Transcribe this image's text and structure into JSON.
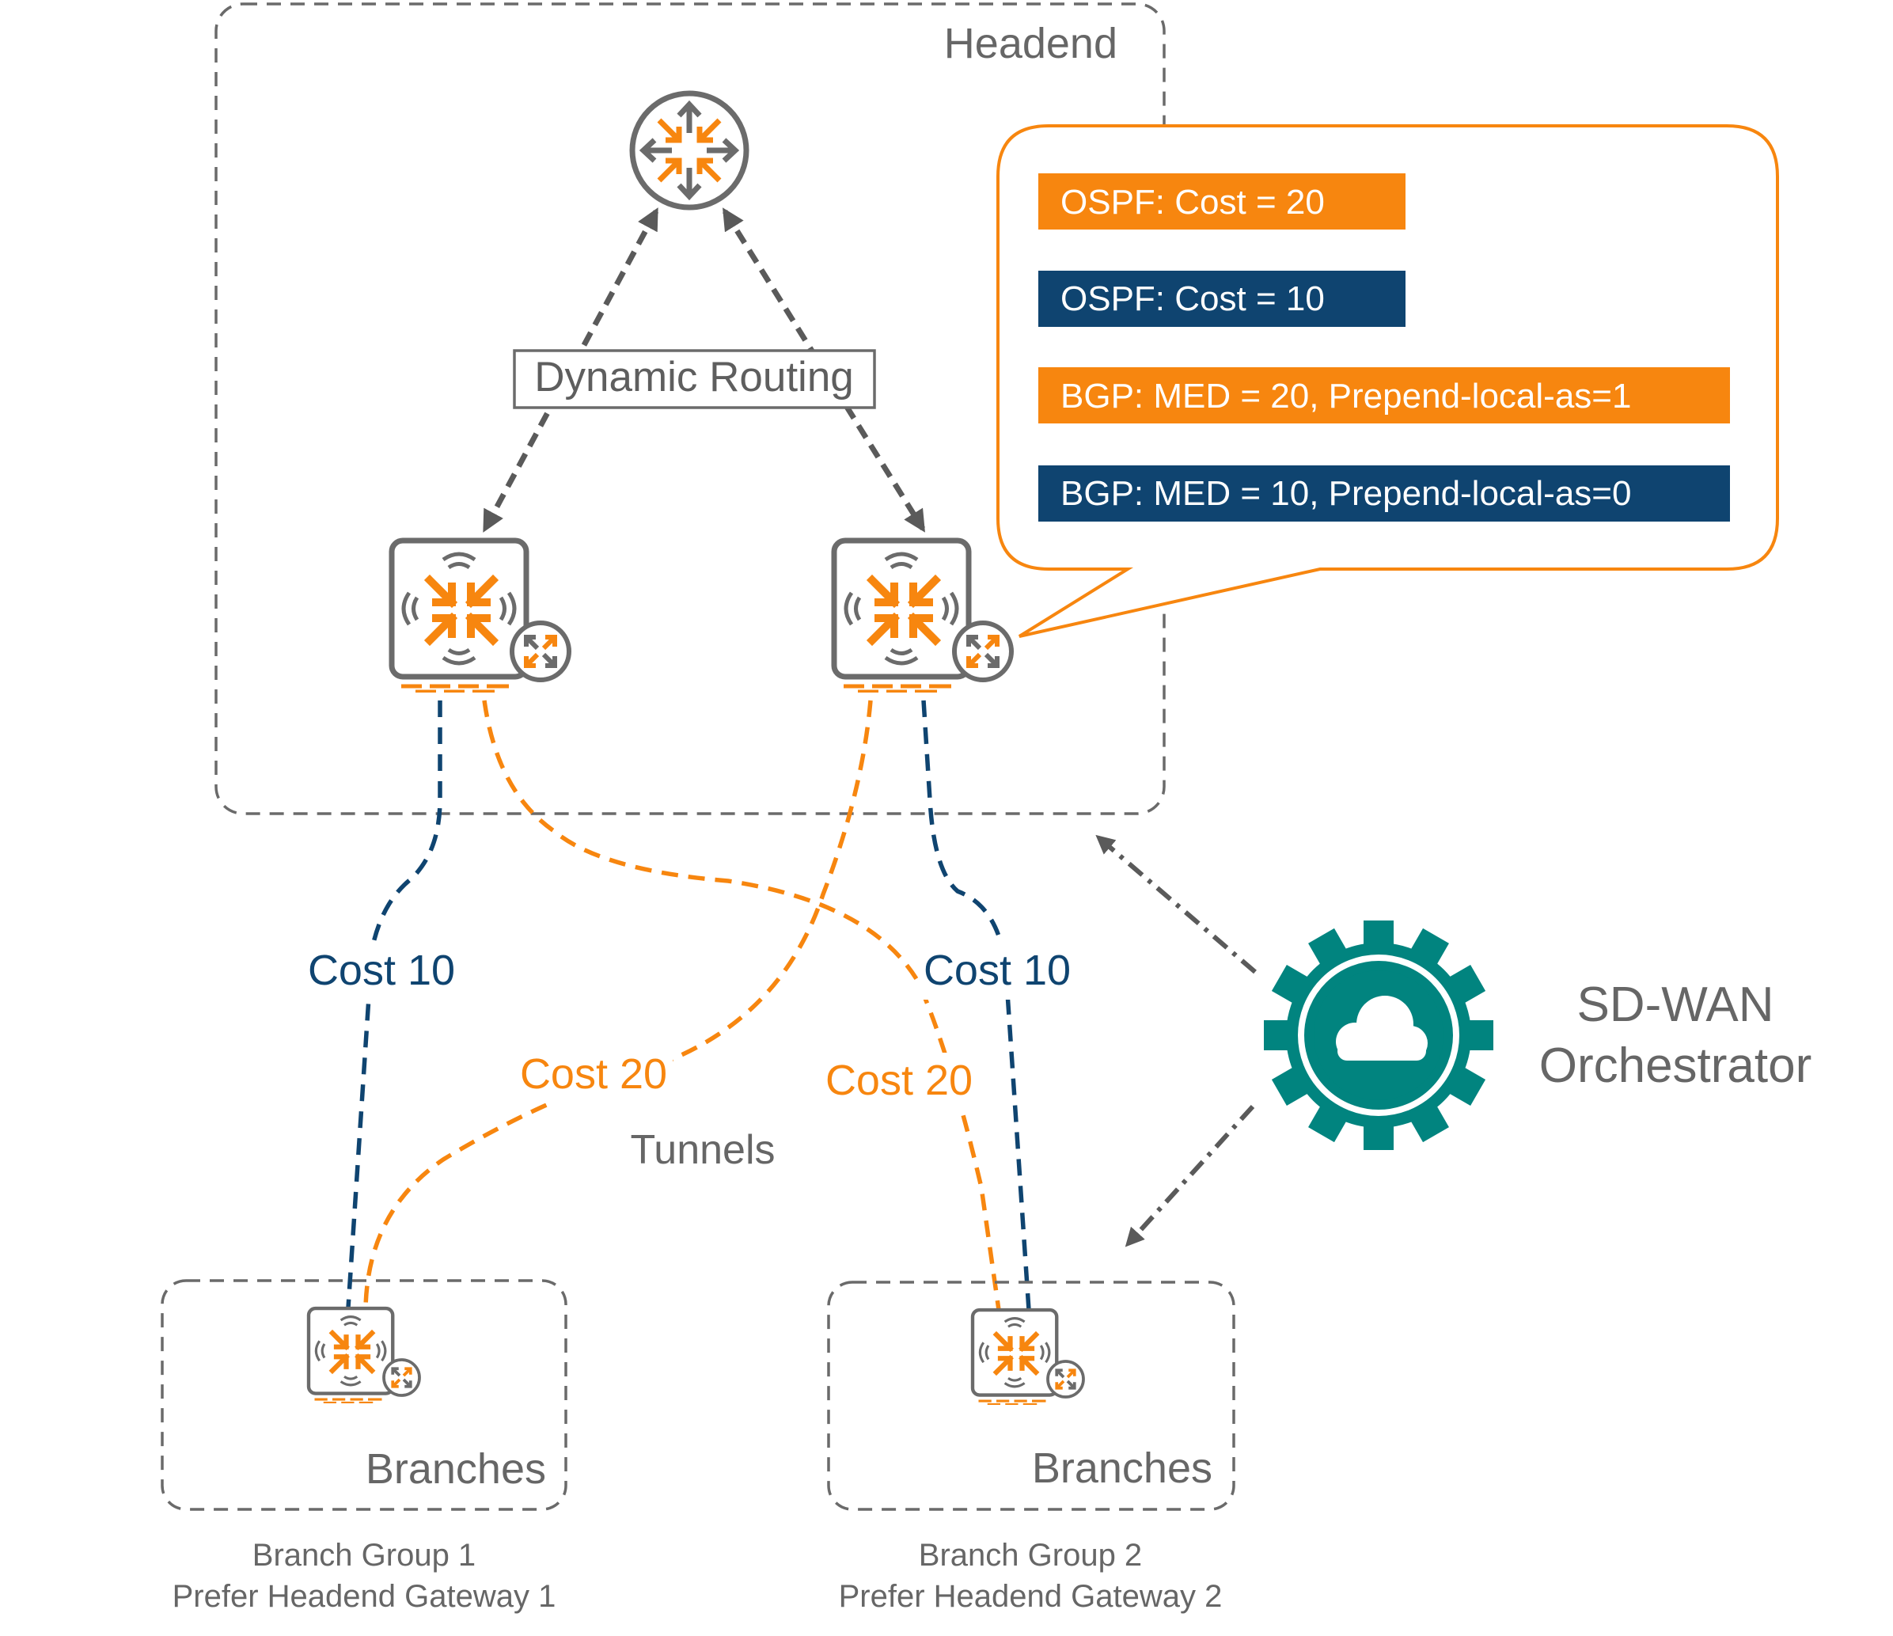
{
  "headend": {
    "label": "Headend"
  },
  "dynamic_routing": {
    "label": "Dynamic Routing"
  },
  "callout": {
    "items": [
      {
        "text": "OSPF: Cost = 20",
        "color": "#F7860F"
      },
      {
        "text": "OSPF: Cost = 10",
        "color": "#0F4470"
      },
      {
        "text": "BGP: MED = 20, Prepend-local-as=1",
        "color": "#F7860F"
      },
      {
        "text": "BGP: MED = 10, Prepend-local-as=0",
        "color": "#0F4470"
      }
    ]
  },
  "tunnels": {
    "label": "Tunnels",
    "cost_left_blue": "Cost 10",
    "cost_left_orange": "Cost 20",
    "cost_right_orange": "Cost 20",
    "cost_right_blue": "Cost 10"
  },
  "orchestrator": {
    "line1": "SD-WAN",
    "line2": "Orchestrator"
  },
  "branches": [
    {
      "box_label": "Branches",
      "caption1": "Branch Group 1",
      "caption2": "Prefer Headend Gateway 1"
    },
    {
      "box_label": "Branches",
      "caption1": "Branch Group 2",
      "caption2": "Prefer Headend Gateway 2"
    }
  ],
  "colors": {
    "orange": "#F7860F",
    "navy": "#0F4470",
    "gray": "#666666",
    "teal": "#01847F"
  }
}
